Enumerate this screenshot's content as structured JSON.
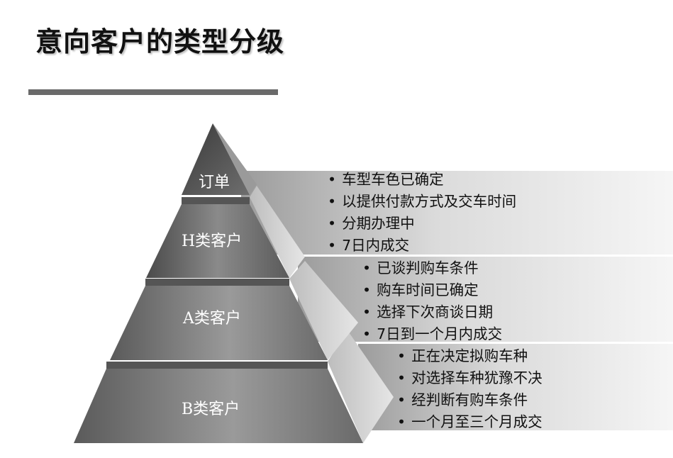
{
  "header": {
    "title": "意向客户的类型分级"
  },
  "pyramid": {
    "tiers": [
      {
        "label": "订单",
        "bullets": [
          "车型车色已确定",
          "以提供付款方式及交车时间",
          "分期办理中",
          "7日内成交"
        ]
      },
      {
        "label": "H类客户",
        "bullets": [
          "已谈判购车条件",
          "购车时间已确定",
          "选择下次商谈日期",
          "7日到一个月内成交"
        ]
      },
      {
        "label": "A类客户",
        "bullets": [
          "正在决定拟购车种",
          "对选择车种犹豫不决",
          "经判断有购车条件",
          "一个月至三个月成交"
        ]
      },
      {
        "label": "B类客户",
        "bullets": []
      }
    ]
  }
}
